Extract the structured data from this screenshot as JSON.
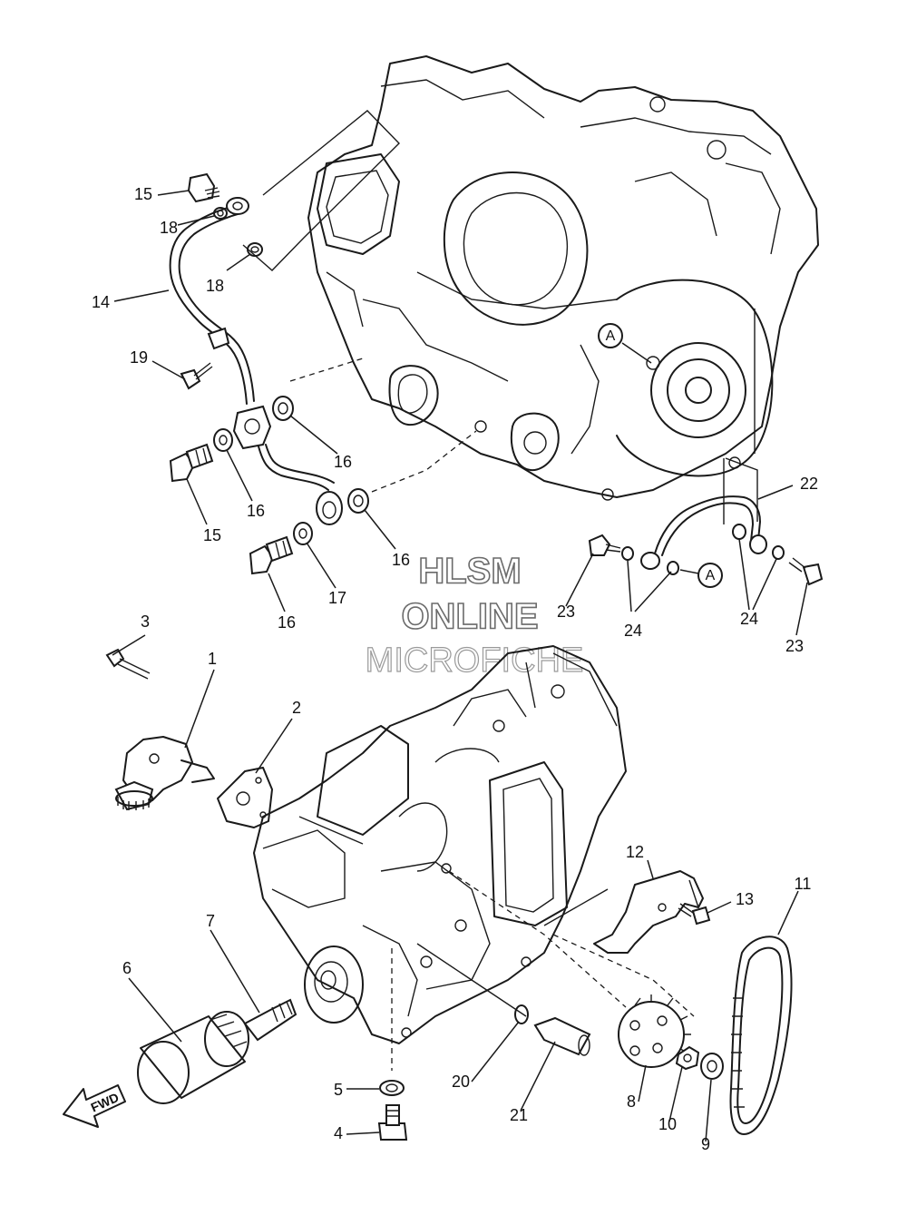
{
  "watermark": {
    "line1": "HLSM",
    "line2": "ONLINE",
    "line3": "MICROFICHE"
  },
  "fwd_label": "FWD",
  "ref_marks": [
    {
      "id": "ref-a-upper",
      "text": "A"
    },
    {
      "id": "ref-a-lower",
      "text": "A"
    }
  ],
  "callouts": [
    {
      "id": "c1",
      "text": "1"
    },
    {
      "id": "c2",
      "text": "2"
    },
    {
      "id": "c3",
      "text": "3"
    },
    {
      "id": "c4",
      "text": "4"
    },
    {
      "id": "c5",
      "text": "5"
    },
    {
      "id": "c6",
      "text": "6"
    },
    {
      "id": "c7",
      "text": "7"
    },
    {
      "id": "c8",
      "text": "8"
    },
    {
      "id": "c9",
      "text": "9"
    },
    {
      "id": "c10",
      "text": "10"
    },
    {
      "id": "c11",
      "text": "11"
    },
    {
      "id": "c12",
      "text": "12"
    },
    {
      "id": "c13",
      "text": "13"
    },
    {
      "id": "c14",
      "text": "14"
    },
    {
      "id": "c15a",
      "text": "15"
    },
    {
      "id": "c15b",
      "text": "15"
    },
    {
      "id": "c16a",
      "text": "16"
    },
    {
      "id": "c16b",
      "text": "16"
    },
    {
      "id": "c16c",
      "text": "16"
    },
    {
      "id": "c16d",
      "text": "16"
    },
    {
      "id": "c17",
      "text": "17"
    },
    {
      "id": "c18a",
      "text": "18"
    },
    {
      "id": "c18b",
      "text": "18"
    },
    {
      "id": "c19",
      "text": "19"
    },
    {
      "id": "c20",
      "text": "20"
    },
    {
      "id": "c21",
      "text": "21"
    },
    {
      "id": "c22",
      "text": "22"
    },
    {
      "id": "c23a",
      "text": "23"
    },
    {
      "id": "c23b",
      "text": "23"
    },
    {
      "id": "c24a",
      "text": "24"
    },
    {
      "id": "c24b",
      "text": "24"
    }
  ]
}
